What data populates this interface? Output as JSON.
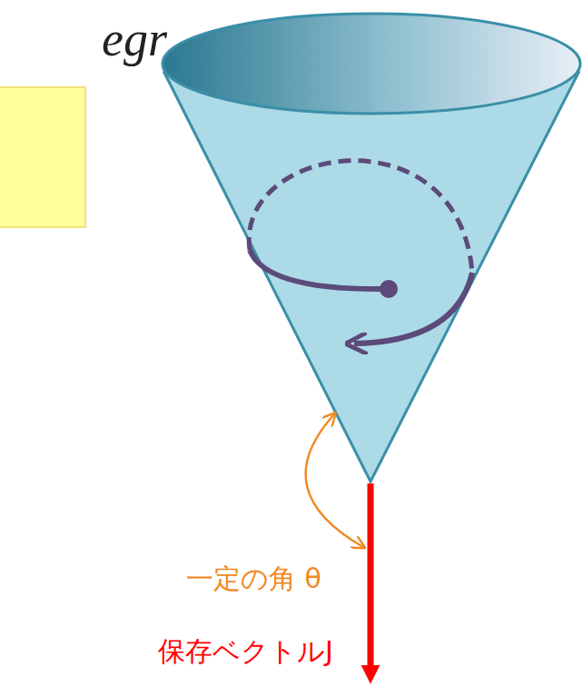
{
  "diagram": {
    "labels": [
      "egr",
      "一定の角 θ",
      "保存ベクトルJ"
    ]
  }
}
